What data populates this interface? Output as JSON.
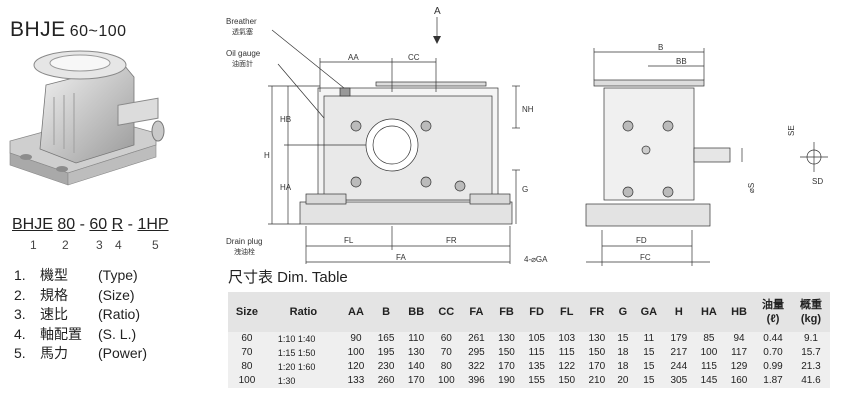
{
  "title": {
    "model": "BHJE",
    "range": "60~100"
  },
  "model_code": {
    "parts": [
      "BHJE",
      "80",
      "60",
      "R",
      "1HP"
    ],
    "separator": "-",
    "numbers": [
      "1",
      "2",
      "3",
      "4",
      "5"
    ]
  },
  "legend": [
    {
      "num": "1.",
      "zh": "機型",
      "en": "(Type)"
    },
    {
      "num": "2.",
      "zh": "規格",
      "en": "(Size)"
    },
    {
      "num": "3.",
      "zh": "速比",
      "en": "(Ratio)"
    },
    {
      "num": "4.",
      "zh": "軸配置",
      "en": "(S. L.)"
    },
    {
      "num": "5.",
      "zh": "馬力",
      "en": "(Power)"
    }
  ],
  "drawing_labels": {
    "arrow": "A",
    "breather_en": "Breather",
    "breather_zh": "透氣塞",
    "oil_gauge_en": "Oil gauge",
    "oil_gauge_zh": "油面計",
    "drain_plug_en": "Drain plug",
    "drain_plug_zh": "洩油栓",
    "AA": "AA",
    "CC": "CC",
    "NH": "NH",
    "HB": "HB",
    "H": "H",
    "HA": "HA",
    "G": "G",
    "FL": "FL",
    "FR": "FR",
    "FA": "FA",
    "GA": "4-⌀GA",
    "B": "B",
    "BB": "BB",
    "SE": "SE",
    "S": "⌀S",
    "SD": "SD",
    "FD": "FD",
    "FC": "FC"
  },
  "table": {
    "title": "尺寸表 Dim. Table",
    "headers": [
      "Size",
      "Ratio",
      "AA",
      "B",
      "BB",
      "CC",
      "FA",
      "FB",
      "FD",
      "FL",
      "FR",
      "G",
      "GA",
      "H",
      "HA",
      "HB"
    ],
    "oil_header": {
      "zh": "油量",
      "unit": "(ℓ)"
    },
    "weight_header": {
      "zh": "概重",
      "unit": "(kg)"
    },
    "ratios": [
      "1:10  1:40",
      "1:15  1:50",
      "1:20  1:60",
      "1:30"
    ],
    "rows": [
      [
        "60",
        "90",
        "165",
        "110",
        "60",
        "261",
        "130",
        "105",
        "103",
        "130",
        "15",
        "11",
        "179",
        "85",
        "94",
        "0.44",
        "9.1"
      ],
      [
        "70",
        "100",
        "195",
        "130",
        "70",
        "295",
        "150",
        "115",
        "115",
        "150",
        "18",
        "15",
        "217",
        "100",
        "117",
        "0.70",
        "15.7"
      ],
      [
        "80",
        "120",
        "230",
        "140",
        "80",
        "322",
        "170",
        "135",
        "122",
        "170",
        "18",
        "15",
        "244",
        "115",
        "129",
        "0.99",
        "21.3"
      ],
      [
        "100",
        "133",
        "260",
        "170",
        "100",
        "396",
        "190",
        "155",
        "150",
        "210",
        "20",
        "15",
        "305",
        "145",
        "160",
        "1.87",
        "41.6"
      ]
    ]
  }
}
